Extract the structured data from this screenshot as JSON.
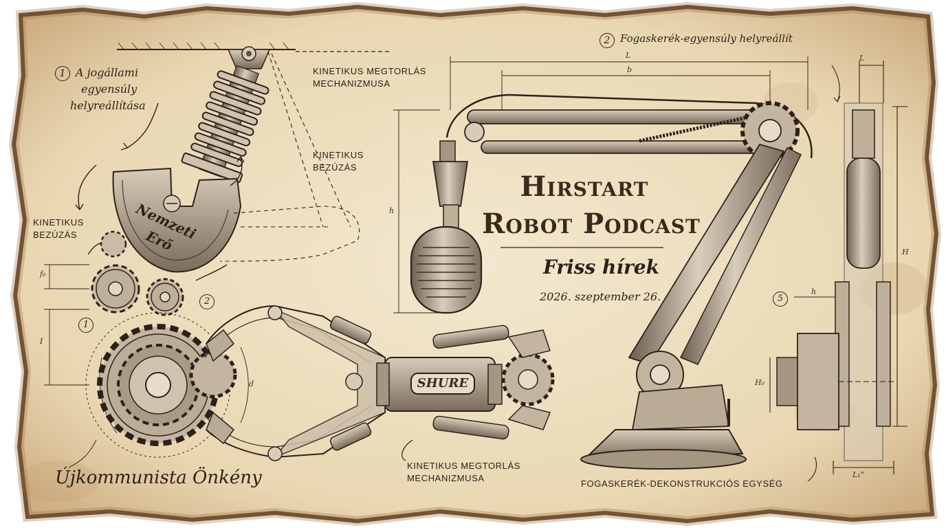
{
  "colors": {
    "paper": "#efe2c6",
    "paper_edge": "#6b4a2e",
    "ink": "#2b2118",
    "metal": "#8a7a68"
  },
  "title": {
    "line1": "Hirstart",
    "line2": "Robot Podcast",
    "subtitle": "Friss hírek",
    "date": "2026. szeptember 26."
  },
  "notes": {
    "note1_number": "1",
    "note1_text_line1": "A jogállami",
    "note1_text_line2": "egyensúly",
    "note1_text_line3": "helyreállítása",
    "note2_number": "2",
    "note2_text": "Fogaskerék-egyensúly helyreállít",
    "marker_1": "1",
    "marker_2": "2",
    "marker_5": "5"
  },
  "labels": {
    "kin_megtorlas_top_1": "KINETIKUS MEGTORLÁS",
    "kin_megtorlas_top_2": "MECHANIZMUSA",
    "kin_bezuzas_mid_1": "KINETIKUS",
    "kin_bezuzas_mid_2": "BEZÚZÁS",
    "kin_bezuzas_left_1": "KINETIKUS",
    "kin_bezuzas_left_2": "BEZÚZÁS",
    "kin_megtorlas_bottom_1": "KINETIKUS MEGTORLÁS",
    "kin_megtorlas_bottom_2": "MECHANIZMUSA",
    "fogaskerek_egyseg": "FOGASKERÉK-DEKONSTRUKCIÓS EGYSÉG",
    "ujkommunista": "Újkommunista Önkény",
    "hammer_text_1": "Nemzeti",
    "hammer_text_2": "Erő",
    "gripper_brand": "SHURE"
  },
  "dimensions": {
    "L_top": "L",
    "b": "b",
    "h_left": "h",
    "L_right": "L",
    "H": "H",
    "h_small": "h",
    "Ho": "H₀",
    "L2": "L₁\"",
    "fo": "f₀",
    "I": "I",
    "d": "d"
  },
  "icons": [
    "gear-icon",
    "spring-icon",
    "hammer-icon",
    "microphone-icon",
    "gripper-icon",
    "robot-arm-icon",
    "arrow-icon"
  ]
}
